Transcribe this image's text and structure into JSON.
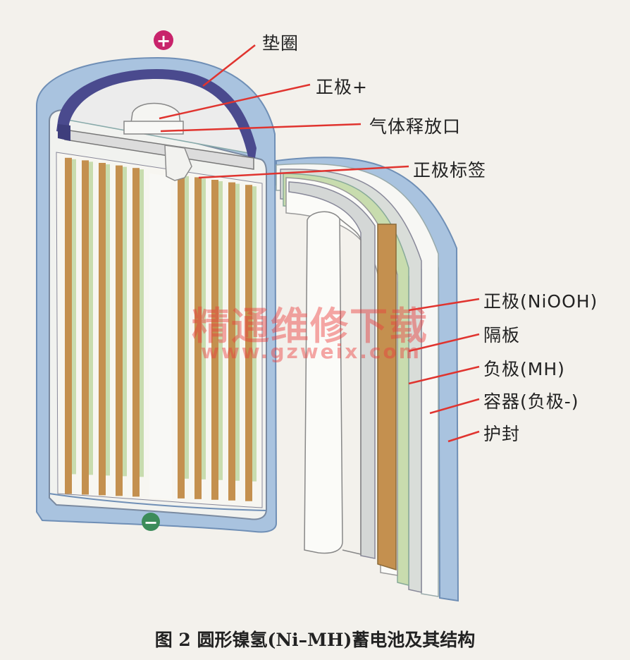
{
  "terminals": {
    "positive": "+",
    "negative": "−"
  },
  "labels": {
    "gasket": "垫圈",
    "positive_terminal": "正极+",
    "gas_vent": "气体释放口",
    "positive_tab": "正极标签",
    "positive_electrode": "正极(NiOOH)",
    "separator": "隔板",
    "negative_electrode": "负极(MH)",
    "container": "容器(负极-)",
    "seal": "护封"
  },
  "watermark": {
    "line1": "精通维修下载",
    "line2": "www.gzweix.com"
  },
  "caption": "图 2   圆形镍氢(Ni–MH)蓄电池及其结构",
  "colors": {
    "leader": "#e0342f",
    "positive_symbol": "#c8236b",
    "negative_symbol": "#3c8c5a",
    "casing_blue": "#a8c2de",
    "electrode_brown": "#c4904f",
    "electrode_green": "#c8dcae",
    "gasket_purple": "#4a4a8e"
  }
}
